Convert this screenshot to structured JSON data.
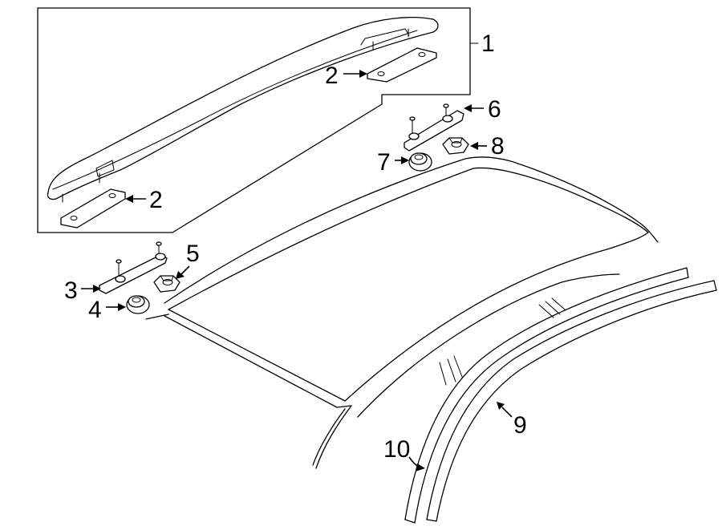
{
  "callouts": [
    {
      "id": "1",
      "text": "1"
    },
    {
      "id": "2a",
      "text": "2"
    },
    {
      "id": "2b",
      "text": "2"
    },
    {
      "id": "3",
      "text": "3"
    },
    {
      "id": "4",
      "text": "4"
    },
    {
      "id": "5",
      "text": "5"
    },
    {
      "id": "6",
      "text": "6"
    },
    {
      "id": "7",
      "text": "7"
    },
    {
      "id": "8",
      "text": "8"
    },
    {
      "id": "9",
      "text": "9"
    },
    {
      "id": "10",
      "text": "10"
    }
  ]
}
